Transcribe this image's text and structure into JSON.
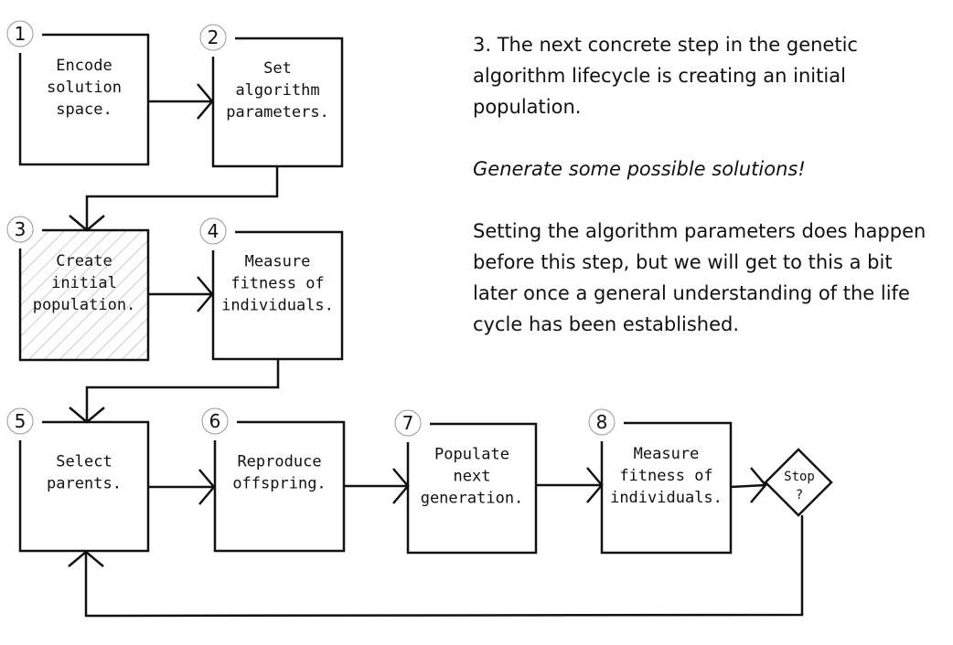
{
  "diagram": {
    "title": "Genetic algorithm lifecycle",
    "steps": [
      {
        "number": "1",
        "lines": [
          "Encode",
          "solution",
          "space."
        ],
        "highlighted": false
      },
      {
        "number": "2",
        "lines": [
          "Set",
          "algorithm",
          "parameters."
        ],
        "highlighted": false
      },
      {
        "number": "3",
        "lines": [
          "Create",
          "initial",
          "population."
        ],
        "highlighted": true
      },
      {
        "number": "4",
        "lines": [
          "Measure",
          "fitness of",
          "individuals."
        ],
        "highlighted": false
      },
      {
        "number": "5",
        "lines": [
          "Select",
          "parents."
        ],
        "highlighted": false
      },
      {
        "number": "6",
        "lines": [
          "Reproduce",
          "offspring."
        ],
        "highlighted": false
      },
      {
        "number": "7",
        "lines": [
          "Populate",
          "next",
          "generation."
        ],
        "highlighted": false
      },
      {
        "number": "8",
        "lines": [
          "Measure",
          "fitness of",
          "individuals."
        ],
        "highlighted": false
      }
    ],
    "decision": {
      "lines": [
        "Stop",
        "?"
      ]
    },
    "connections": [
      {
        "from": "1",
        "to": "2"
      },
      {
        "from": "2",
        "to": "3"
      },
      {
        "from": "3",
        "to": "4"
      },
      {
        "from": "4",
        "to": "5"
      },
      {
        "from": "5",
        "to": "6"
      },
      {
        "from": "6",
        "to": "7"
      },
      {
        "from": "7",
        "to": "8"
      },
      {
        "from": "8",
        "to": "stop"
      },
      {
        "from": "stop",
        "to": "5"
      }
    ],
    "colors": {
      "stroke": "#111111",
      "hatch": "#bbbbbb",
      "badge_border": "#999999"
    }
  },
  "notes": {
    "paragraph_1": "3. The next concrete step in the genetic algorithm lifecycle is creating an initial population.",
    "paragraph_2": "Generate some possible solutions!",
    "paragraph_3": "Setting the algorithm parameters does happen before this step, but we will get to this a bit later once a general understanding of the life cycle has been established."
  }
}
